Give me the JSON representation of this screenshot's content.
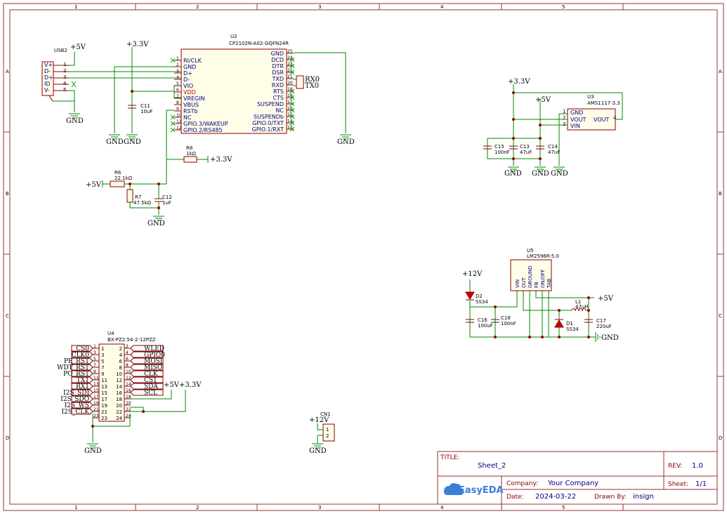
{
  "frame": {
    "columns": [
      "1",
      "2",
      "3",
      "4",
      "5"
    ],
    "rows": [
      "A",
      "B",
      "C",
      "D"
    ]
  },
  "title_block": {
    "title_label": "TITLE:",
    "title": "Sheet_2",
    "rev_label": "REV:",
    "rev": "1.0",
    "company_label": "Company:",
    "company": "Your Company",
    "sheet_label": "Sheet:",
    "sheet": "1/1",
    "date_label": "Date:",
    "date": "2024-03-22",
    "drawn_label": "Drawn By:",
    "drawn": "insign",
    "logo_text": "EasyEDA"
  },
  "usb2": {
    "ref": "USB2",
    "pins": [
      "V+",
      "D-",
      "D+",
      "ID",
      "V-"
    ],
    "nums": [
      "1",
      "2",
      "3",
      "4",
      "5"
    ]
  },
  "u2": {
    "ref": "U2",
    "part": "CP2102N-A02-GQFN24R",
    "left_pins": [
      "RI/CLK",
      "GND",
      "D+",
      "D-",
      "VIO",
      "VDD",
      "VREGIN",
      "VBUS",
      "RSTb",
      "NC",
      "GPIO.3/WAKEUP",
      "GPIO.2/RS485"
    ],
    "left_nums": [
      "1",
      "2",
      "3",
      "4",
      "5",
      "6",
      "7",
      "8",
      "9",
      "10",
      "11",
      "12"
    ],
    "right_pins": [
      "GND",
      "DCD",
      "DTR",
      "DSR",
      "TXD",
      "RXD",
      "RTS",
      "CTS",
      "SUSPEND",
      "NC",
      "SUSPENDb",
      "GPIO.0/TXT",
      "GPIO.1/RXT"
    ],
    "right_nums": [
      "25",
      "24",
      "23",
      "22",
      "21",
      "20",
      "19",
      "18",
      "17",
      "16",
      "15",
      "14",
      "13"
    ]
  },
  "u3": {
    "ref": "U3",
    "part": "AMS1117-3.3",
    "pins": [
      "GND",
      "VOUT",
      "VIN",
      "VOUT"
    ],
    "nums": [
      "1",
      "2",
      "3",
      "4"
    ]
  },
  "u5": {
    "ref": "U5",
    "part": "LM2596R-5.0",
    "pins": [
      "VIN",
      "OUT",
      "GROUND",
      "FB",
      "ON/OFF",
      "TAB"
    ]
  },
  "u4": {
    "ref": "U4",
    "part": "BX-PZ2.54-2-12PZZ",
    "left_labels": [
      "CS0",
      "CLK0",
      "PE_RST",
      "WDT_RST",
      "PO_RST",
      "TX1",
      "RX1",
      "I2S_SDI",
      "I2S_SDO",
      "I2S_WS",
      "I2S_CLK"
    ],
    "right_labels": [
      "WLED",
      "GPIO0",
      "MOSI",
      "MISO",
      "CLK",
      "CS1",
      "SDA",
      "SCL"
    ],
    "odd_nums": [
      "1",
      "3",
      "5",
      "7",
      "9",
      "11",
      "13",
      "15",
      "17",
      "19",
      "21",
      "23"
    ],
    "even_nums": [
      "2",
      "4",
      "6",
      "8",
      "10",
      "12",
      "14",
      "16",
      "18",
      "20",
      "22",
      "24"
    ]
  },
  "cn1": {
    "ref": "CN1",
    "nums": [
      "1",
      "2"
    ]
  },
  "parts": {
    "c11": [
      "C11",
      "10uF"
    ],
    "r8": [
      "R8",
      "1kΩ"
    ],
    "r6": [
      "R6",
      "22.1kΩ"
    ],
    "r7": [
      "R7",
      "47.5kΩ"
    ],
    "c12": [
      "C12",
      "1uF"
    ],
    "c15": [
      "C15",
      "100nF"
    ],
    "c13": [
      "C13",
      "47uF"
    ],
    "c14": [
      "C14",
      "47uF"
    ],
    "d2": [
      "D2",
      "SS34"
    ],
    "c16": [
      "C16",
      "100uF"
    ],
    "c18": [
      "C18",
      "100nF"
    ],
    "d1": [
      "D1",
      "SS34"
    ],
    "l1": [
      "L1",
      "47uH"
    ],
    "c17": [
      "C17",
      "220uF"
    ]
  },
  "nets": {
    "p5v": "+5V",
    "p33v": "+3.3V",
    "p12v": "+12V",
    "gnd": "GND",
    "rx0": "RX0",
    "tx0": "TX0"
  }
}
